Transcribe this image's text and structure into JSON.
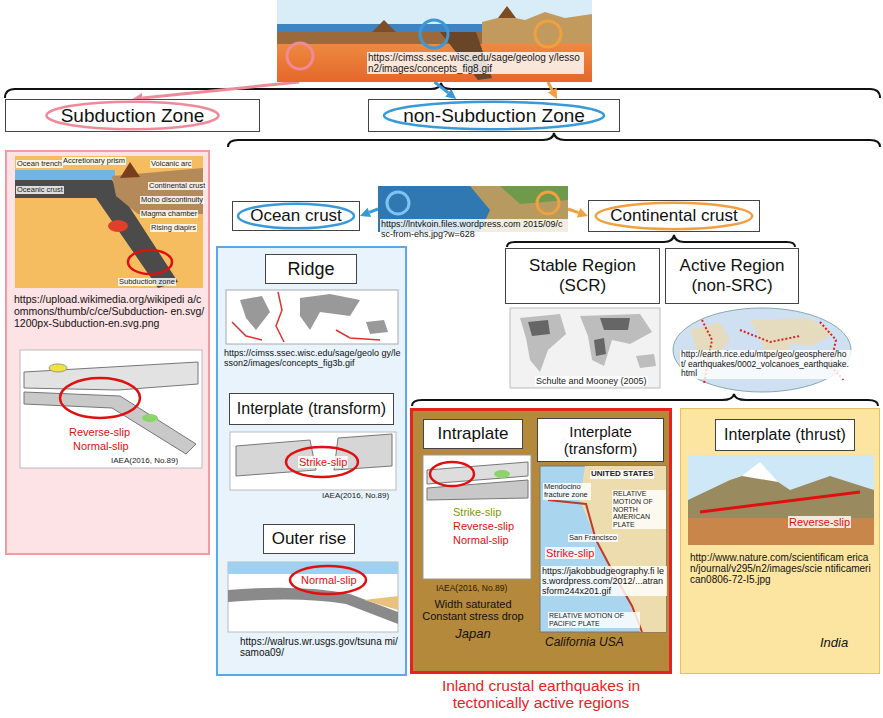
{
  "diagram": {
    "nodes": [
      {
        "text": [
          "https://cimss.ssec.wisc.edu/sage/geolog y/lesson2/images/concepts_fig8.gif"
        ]
      },
      {
        "text": [
          "Subduction Zone"
        ]
      },
      {
        "text": [
          "non-Subduction Zone"
        ]
      },
      {
        "text": [
          "Accretionary prism",
          "Volcanic arc",
          "Ocean trench",
          "Continental crust",
          "Oceanic crust",
          "Moho discontinuity",
          "Magma chamber",
          "Rising diapirs",
          "Subduction zone",
          "https://upload.wikimedia.org/wikipedi a/commons/thumb/c/ce/Subduction- en.svg/1200px-Subduction-en.svg.png",
          "Reverse-slip",
          "Normal-slip",
          "IAEA(2016, No.89)"
        ]
      },
      {
        "text": [
          "https://lntvkoin.files.wordpress.com 2015/09/csc-from-ehs.jpg?w=628"
        ]
      },
      {
        "text": [
          "Ocean crust"
        ]
      },
      {
        "text": [
          "Continental crust"
        ]
      },
      {
        "text": [
          "https://cimss.ssec.wisc.edu/sage/geolo gy/lesson2/images/concepts_fig3b.gif",
          "Strike-slip",
          "IAEA(2016, No.89)",
          "Normal-slip",
          "https://walrus.wr.usgs.gov/tsuna mi/samoa09/"
        ]
      },
      {
        "text": [
          "Ridge"
        ],
        "in": 7
      },
      {
        "text": [
          "Interplate (transform)"
        ],
        "in": 7
      },
      {
        "text": [
          "Outer rise"
        ],
        "in": 7
      },
      {
        "text": [
          "Stable Region (SCR)"
        ]
      },
      {
        "text": [
          "Active Region (non-SRC)"
        ]
      },
      {
        "text": [
          "Strike-slip",
          "Reverse-slip",
          "Normal-slip",
          "IAEA(2016, No.89)",
          "Width saturated Constant stress drop",
          "Japan",
          "UNITED STATES",
          "Mendocino fracture zone",
          "RELATIVE MOTION OF NORTH AMERICAN PLATE",
          "San Francisco",
          "Strike-slip",
          "https://jakobbudgeography.fi les.wordpress.com/2012/...atransform244x201.gif",
          "RELATIVE MOTION OF PACIFIC PLATE",
          "California USA"
        ]
      },
      {
        "text": [
          "Intraplate"
        ],
        "in": 13
      },
      {
        "text": [
          "Interplate (transform)"
        ],
        "in": 13
      },
      {
        "text": [
          "Reverse-slip",
          "http://www.nature.com/scientificam erican/journal/v295/n2/images/scie ntificamerican0806-72-I5.jpg",
          "India"
        ]
      },
      {
        "text": [
          "Interplate (thrust)"
        ],
        "in": 16
      }
    ],
    "edges": [
      {
        "from": 0,
        "to": 1,
        "arrow": "to"
      },
      {
        "from": 0,
        "to": 2,
        "arrow": "to"
      },
      {
        "from": 0,
        "to": 2,
        "arrow": "to"
      },
      {
        "from": 4,
        "to": 5,
        "arrow": "to"
      },
      {
        "from": 4,
        "to": 6,
        "arrow": "to"
      }
    ],
    "labels": [
      "Schulte and Mooney (2005)",
      "http://earth.rice.edu/mtpe/geo/geosphere/hot/ earthquakes/0002_volcanoes_earthquake.html",
      "Inland crustal earthquakes in tectonically active regions"
    ]
  }
}
